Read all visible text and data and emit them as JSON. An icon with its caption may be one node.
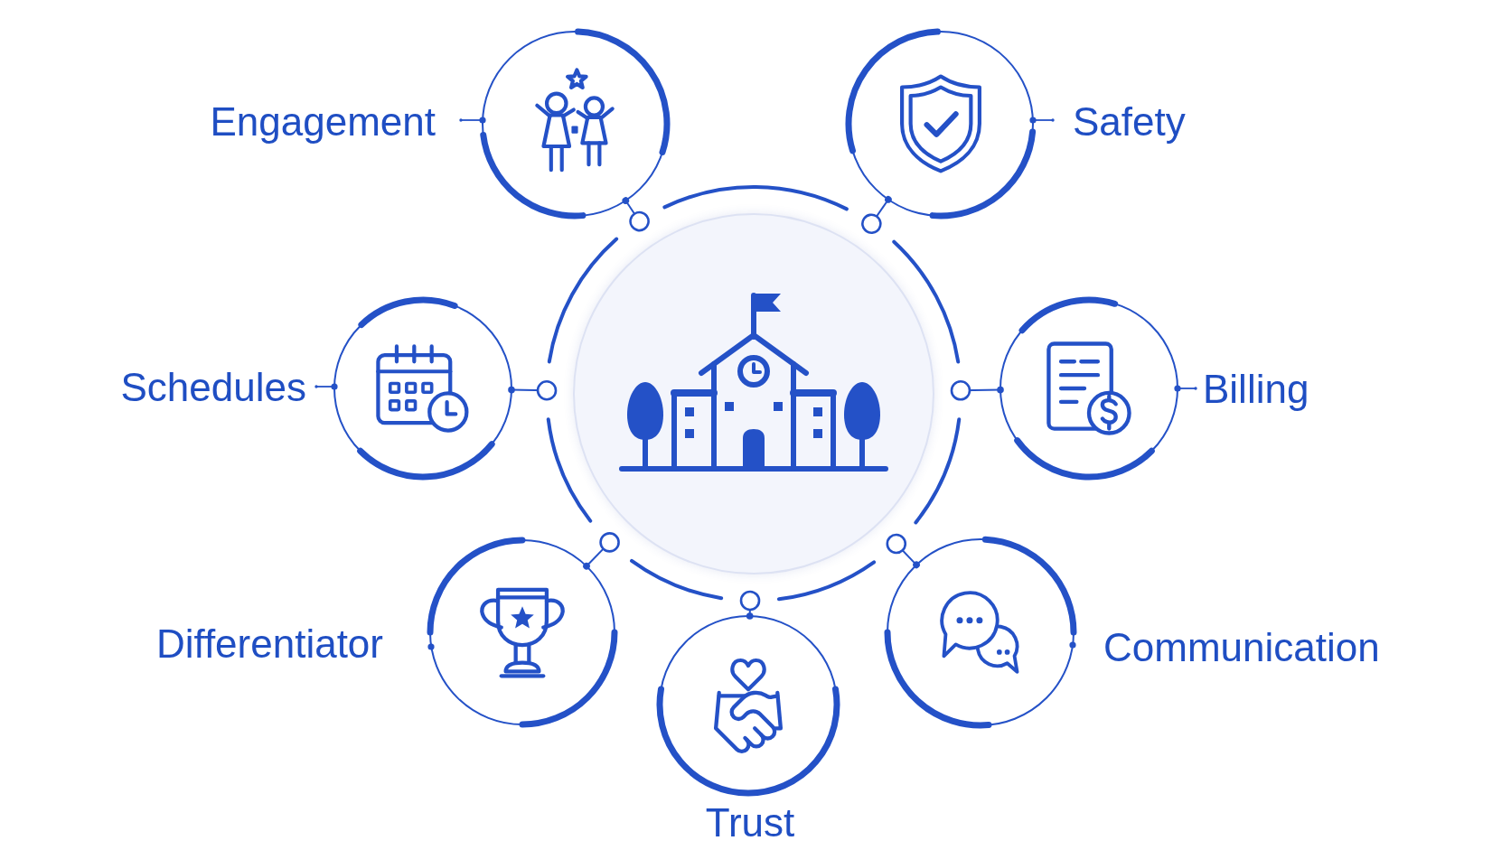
{
  "diagram": {
    "nodes": [
      {
        "text": [],
        "shape": "circle"
      },
      {
        "text": [
          "Engagement"
        ]
      },
      {
        "text": [
          "Safety"
        ]
      },
      {
        "text": [
          "Schedules"
        ]
      },
      {
        "text": [
          "Billing"
        ]
      },
      {
        "text": [
          "Differentiator"
        ]
      },
      {
        "text": [
          "Trust"
        ]
      },
      {
        "text": [
          "Communication"
        ]
      }
    ],
    "edges": [
      {
        "from": 0,
        "to": 1,
        "arrow": "other"
      },
      {
        "from": 0,
        "to": 2,
        "arrow": "other"
      },
      {
        "from": 0,
        "to": 3,
        "arrow": "other"
      },
      {
        "from": 0,
        "to": 4,
        "arrow": "other"
      },
      {
        "from": 0,
        "to": 5,
        "arrow": "other"
      },
      {
        "from": 0,
        "to": 6,
        "arrow": "other"
      },
      {
        "from": 0,
        "to": 7,
        "arrow": "other"
      }
    ]
  }
}
